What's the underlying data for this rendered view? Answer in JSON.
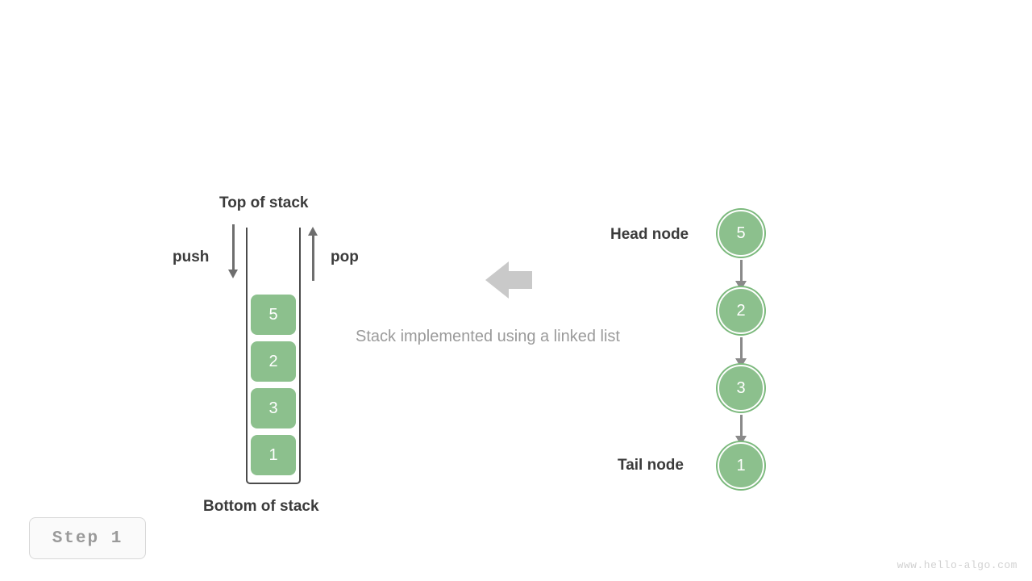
{
  "diagram": {
    "caption": "Stack implemented using a linked list",
    "transform_arrow_icon": "left-arrow-icon",
    "colors": {
      "node_fill": "#8cc08d",
      "node_ring": "#7bb97c",
      "arrow_gray": "#8a8a8a",
      "container_border": "#4b4b4b",
      "caption_gray": "#9a9a9a",
      "label_dark": "#3b3b3b"
    }
  },
  "stack": {
    "top_label": "Top of stack",
    "bottom_label": "Bottom of stack",
    "push_label": "push",
    "pop_label": "pop",
    "push_arrow_icon": "arrow-down-icon",
    "pop_arrow_icon": "arrow-up-icon",
    "cells": [
      {
        "value": "5"
      },
      {
        "value": "2"
      },
      {
        "value": "3"
      },
      {
        "value": "1"
      }
    ]
  },
  "linked_list": {
    "head_label": "Head node",
    "tail_label": "Tail node",
    "nodes": [
      {
        "value": "5"
      },
      {
        "value": "2"
      },
      {
        "value": "3"
      },
      {
        "value": "1"
      }
    ],
    "link_icon": "arrow-down-icon"
  },
  "footer": {
    "step_label": "Step 1",
    "watermark": "www.hello-algo.com"
  }
}
